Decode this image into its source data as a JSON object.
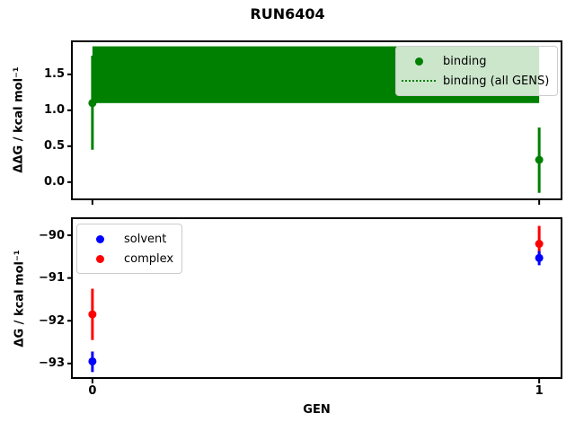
{
  "figure": {
    "title": "RUN6404",
    "background": "#ffffff"
  },
  "colors": {
    "binding": "#008000",
    "solvent": "#0000ff",
    "complex": "#ff0000",
    "spine": "#000000",
    "legend_border": "#cccccc"
  },
  "chart_data": [
    {
      "name": "ddg-vs-gen",
      "type": "errorbar-scatter",
      "title": "",
      "xlabel": "",
      "ylabel": "ΔΔG / kcal mol⁻¹",
      "xlim": [
        -0.046,
        1.05
      ],
      "ylim": [
        -0.24,
        1.96
      ],
      "grid": false,
      "yticks": [
        {
          "v": 0.0,
          "label": "0.0"
        },
        {
          "v": 0.5,
          "label": "0.5"
        },
        {
          "v": 1.0,
          "label": "1.0"
        },
        {
          "v": 1.5,
          "label": "1.5"
        }
      ],
      "xticks": [
        {
          "v": 0,
          "label": ""
        },
        {
          "v": 1,
          "label": ""
        }
      ],
      "band": {
        "label": "binding (all GENS)",
        "color": "#008000",
        "x": [
          0,
          1
        ],
        "ylo": 1.1,
        "yhi": 1.89
      },
      "series": [
        {
          "name": "binding",
          "color": "#008000",
          "points": [
            {
              "x": 0,
              "y": 1.1,
              "ylo": 0.45,
              "yhi": 1.76
            },
            {
              "x": 1,
              "y": 0.31,
              "ylo": -0.15,
              "yhi": 0.76
            }
          ]
        }
      ],
      "legend": {
        "location": "upper right",
        "entries": [
          {
            "label": "binding",
            "sample": "dot",
            "color": "#008000"
          },
          {
            "label": "binding (all GENS)",
            "sample": "dotted",
            "color": "#008000"
          }
        ]
      }
    },
    {
      "name": "dg-vs-gen",
      "type": "errorbar-scatter",
      "title": "",
      "xlabel": "GEN",
      "ylabel": "ΔG / kcal mol⁻¹",
      "xlim": [
        -0.046,
        1.05
      ],
      "ylim": [
        -93.34,
        -89.6
      ],
      "grid": false,
      "yticks": [
        {
          "v": -90,
          "label": "−90"
        },
        {
          "v": -91,
          "label": "−91"
        },
        {
          "v": -92,
          "label": "−92"
        },
        {
          "v": -93,
          "label": "−93"
        }
      ],
      "xticks": [
        {
          "v": 0,
          "label": "0"
        },
        {
          "v": 1,
          "label": "1"
        }
      ],
      "series": [
        {
          "name": "solvent",
          "color": "#0000ff",
          "points": [
            {
              "x": 0,
              "y": -92.95,
              "ylo": -93.2,
              "yhi": -92.72
            },
            {
              "x": 1,
              "y": -90.53,
              "ylo": -90.7,
              "yhi": -90.37
            }
          ]
        },
        {
          "name": "complex",
          "color": "#ff0000",
          "points": [
            {
              "x": 0,
              "y": -91.85,
              "ylo": -92.45,
              "yhi": -91.25
            },
            {
              "x": 1,
              "y": -90.2,
              "ylo": -90.6,
              "yhi": -89.78
            }
          ]
        }
      ],
      "legend": {
        "location": "upper left",
        "entries": [
          {
            "label": "solvent",
            "sample": "dot",
            "color": "#0000ff"
          },
          {
            "label": "complex",
            "sample": "dot",
            "color": "#ff0000"
          }
        ]
      }
    }
  ]
}
